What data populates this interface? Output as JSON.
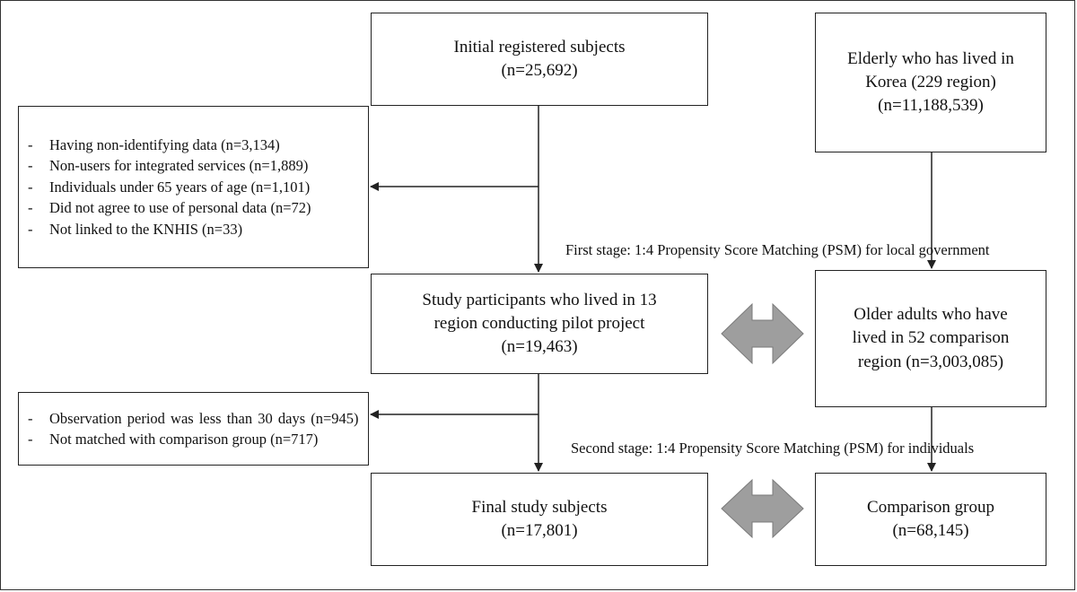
{
  "boxes": {
    "initial": {
      "title": "Initial registered subjects",
      "count": "(n=25,692)"
    },
    "elderly": {
      "line1": "Elderly who has lived in",
      "line2": "Korea (229 region)",
      "count": "(n=11,188,539)"
    },
    "study": {
      "line1": "Study participants  who lived in 13",
      "line2": "region conducting  pilot project",
      "count": "(n=19,463)"
    },
    "older": {
      "line1": "Older adults who have",
      "line2": "lived in 52 comparison",
      "line3": "region (n=3,003,085)"
    },
    "final": {
      "title": "Final study subjects",
      "count": "(n=17,801)"
    },
    "comparison": {
      "title": "Comparison group",
      "count": "(n=68,145)"
    }
  },
  "exclusions_first": [
    "Having non-identifying data (n=3,134)",
    "Non-users for integrated services (n=1,889)",
    "Individuals under 65 years of age (n=1,101)",
    "Did not agree to use of personal data (n=72)",
    "Not linked to the KNHIS (n=33)"
  ],
  "exclusions_second": [
    "Observation  period  was  less  than  30  days (n=945)",
    "Not matched with comparison group (n=717)"
  ],
  "stages": {
    "first": "First stage: 1:4 Propensity Score Matching (PSM) for local government",
    "second": "Second stage: 1:4 Propensity Score Matching (PSM) for individuals"
  },
  "colors": {
    "double_arrow": "#9e9e9e",
    "stroke": "#222222"
  }
}
